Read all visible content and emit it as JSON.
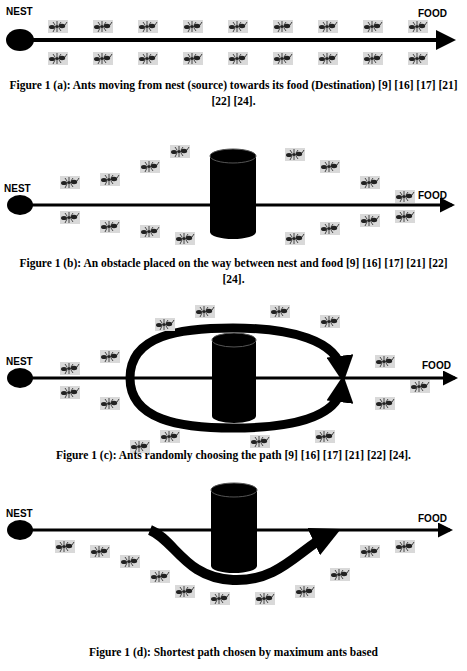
{
  "diagram": {
    "labels": [
      "NEST",
      "FOOD",
      "Figure 1 (a): Ants moving from nest (source) towards its food (Destination) [9] [16] [17] [21] [22] [24].",
      "NEST",
      "FOOD",
      "Figure 1 (b): An obstacle placed on the way between nest and food [9] [16] [17] [21] [22] [24].",
      "NEST",
      "FOOD",
      "Figure 1 (c): Ants randomly choosing the path [9] [16] [17] [21] [22] [24].",
      "NEST",
      "FOOD",
      "Figure 1 (d): Shortest path chosen by maximum ants based"
    ]
  }
}
